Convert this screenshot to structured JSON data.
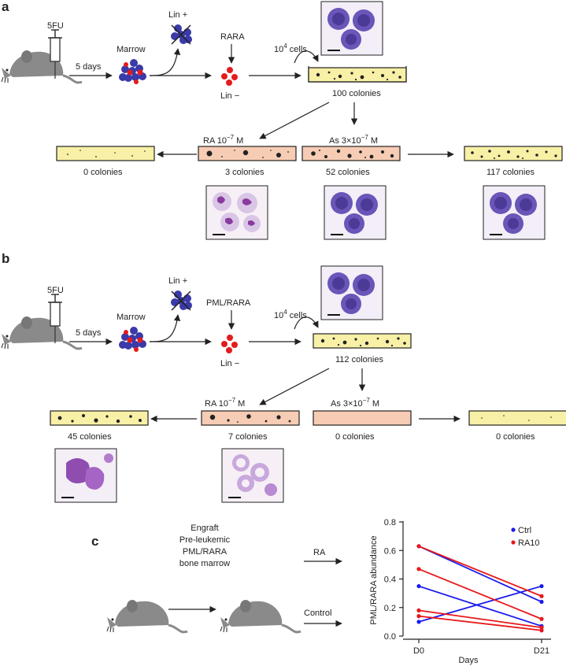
{
  "panel_a": {
    "letter": "a",
    "drug": "5FU",
    "days": "5 days",
    "marrow": "Marrow",
    "lin_plus": "Lin +",
    "lin_minus": "Lin −",
    "transduced": "RARA",
    "cells": "10",
    "cells_exp": "4",
    "cells_unit": " cells",
    "initial_colonies": "100 colonies",
    "ra_label": "RA 10",
    "ra_exp": "−7",
    "ra_unit": " M",
    "as_label": "As 3×10",
    "as_exp": "−7",
    "as_unit": " M",
    "ra_colonies": "3 colonies",
    "as_colonies": "52 colonies",
    "left_colonies": "0 colonies",
    "right_colonies": "117 colonies"
  },
  "panel_b": {
    "letter": "b",
    "drug": "5FU",
    "days": "5 days",
    "marrow": "Marrow",
    "lin_plus": "Lin +",
    "lin_minus": "Lin −",
    "transduced": "PML/RARA",
    "cells": "10",
    "cells_exp": "4",
    "cells_unit": " cells",
    "initial_colonies": "112 colonies",
    "ra_label": "RA 10",
    "ra_exp": "−7",
    "ra_unit": " M",
    "as_label": "As 3×10",
    "as_exp": "−7",
    "as_unit": " M",
    "ra_colonies": "7 colonies",
    "as_colonies": "0 colonies",
    "left_colonies": "45 colonies",
    "right_colonies": "0 colonies"
  },
  "panel_c": {
    "letter": "c",
    "engraft": [
      "Engraft",
      "Pre-leukemic",
      "PML/RARA",
      "bone marrow"
    ],
    "ra": "RA",
    "control": "Control"
  },
  "colors": {
    "dish_yellow": "#f7f0a6",
    "dish_peach": "#f6ccb4",
    "ctrl": "#1a1aee",
    "ra10": "#e8181a",
    "mouse": "#8a8a8a",
    "cell_blue": "#3a3aa8",
    "cell_red": "#e51b1b",
    "stain": "#7a3fa0"
  },
  "chart_data": {
    "type": "line",
    "xlabel": "Days",
    "ylabel": "PML/RARA abundance",
    "categories": [
      "D0",
      "D21"
    ],
    "ylim": [
      0,
      0.8
    ],
    "yticks": [
      "0.0",
      "0.2",
      "0.4",
      "0.6",
      "0.8"
    ],
    "legend_position": "top-right",
    "legend": [
      "Ctrl",
      "RA10"
    ],
    "series": [
      {
        "name": "Ctrl",
        "color": "#1a1aee",
        "lines": [
          [
            0.63,
            0.24
          ],
          [
            0.35,
            0.07
          ],
          [
            0.1,
            0.35
          ]
        ]
      },
      {
        "name": "RA10",
        "color": "#e8181a",
        "lines": [
          [
            0.63,
            0.28
          ],
          [
            0.47,
            0.12
          ],
          [
            0.18,
            0.06
          ],
          [
            0.14,
            0.04
          ]
        ]
      }
    ]
  }
}
